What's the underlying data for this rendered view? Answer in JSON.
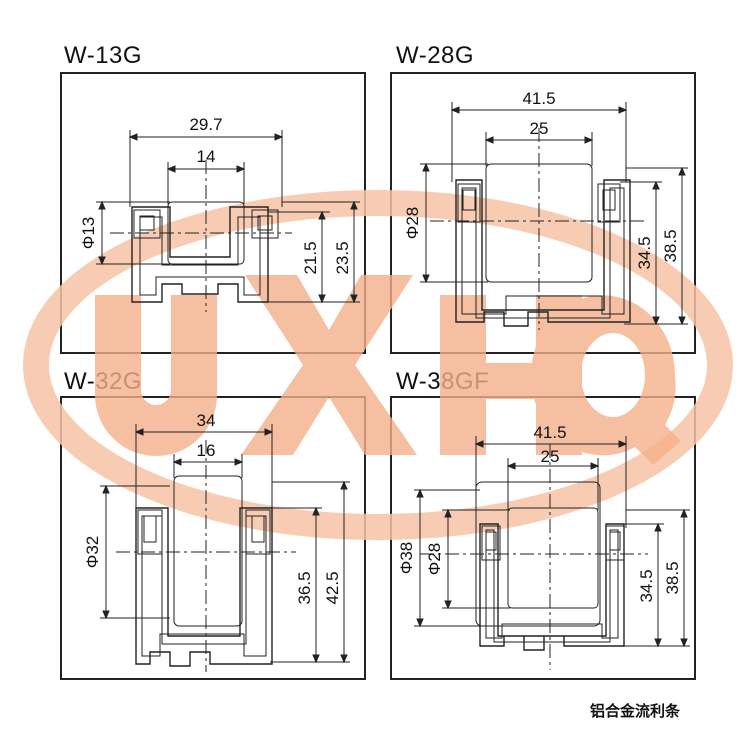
{
  "caption": "铝合金流利条",
  "watermark": {
    "text": "UXHQ",
    "color": "#f5b08a"
  },
  "panels": {
    "w13g": {
      "title": "W-13G",
      "dims": {
        "width_outer": "29.7",
        "width_roller": "14",
        "diameter": "Φ13",
        "height_inner": "21.5",
        "height_outer": "23.5"
      }
    },
    "w28g": {
      "title": "W-28G",
      "dims": {
        "width_outer": "41.5",
        "width_roller": "25",
        "diameter": "Φ28",
        "height_inner": "34.5",
        "height_outer": "38.5"
      }
    },
    "w32g": {
      "title": "W-32G",
      "dims": {
        "width_outer": "34",
        "width_roller": "16",
        "diameter": "Φ32",
        "height_inner": "36.5",
        "height_outer": "42.5"
      }
    },
    "w38gf": {
      "title": "W-38GF",
      "dims": {
        "width_outer": "41.5",
        "width_roller": "25",
        "diameter_outer": "Φ38",
        "diameter_inner": "Φ28",
        "height_inner": "34.5",
        "height_outer": "38.5"
      }
    }
  }
}
